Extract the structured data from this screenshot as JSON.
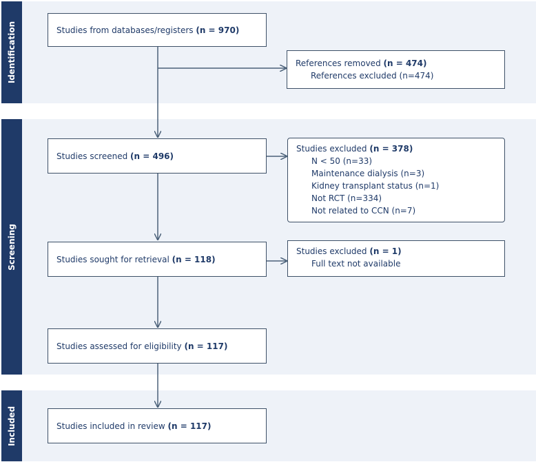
{
  "phases": {
    "identification": "Identification",
    "screening": "Screening",
    "included": "Included"
  },
  "boxes": {
    "databases": {
      "label": "Studies from databases/registers ",
      "count": "(n = 970)"
    },
    "removed": {
      "label": "References removed ",
      "count": "(n = 474)",
      "reasons": [
        "References excluded (n=474)"
      ]
    },
    "screened": {
      "label": "Studies screened ",
      "count": "(n = 496)"
    },
    "excluded_screening": {
      "label": "Studies excluded ",
      "count": "(n = 378)",
      "reasons": [
        "N < 50 (n=33)",
        "Maintenance dialysis (n=3)",
        "Kidney transplant status (n=1)",
        "Not RCT (n=334)",
        "Not related to CCN (n=7)"
      ]
    },
    "retrieval": {
      "label": "Studies sought for retrieval ",
      "count": "(n = 118)"
    },
    "excluded_retrieval": {
      "label": "Studies excluded ",
      "count": "(n = 1)",
      "reasons": [
        "Full text not available"
      ]
    },
    "eligibility": {
      "label": "Studies assessed for eligibility ",
      "count": "(n = 117)"
    },
    "included": {
      "label": "Studies included in review ",
      "count": "(n = 117)"
    }
  },
  "colors": {
    "band": "#eef2f8",
    "side": "#1f3a68",
    "text": "#1f3a68",
    "border": "#3c4f66",
    "arrow": "#4a6078"
  }
}
